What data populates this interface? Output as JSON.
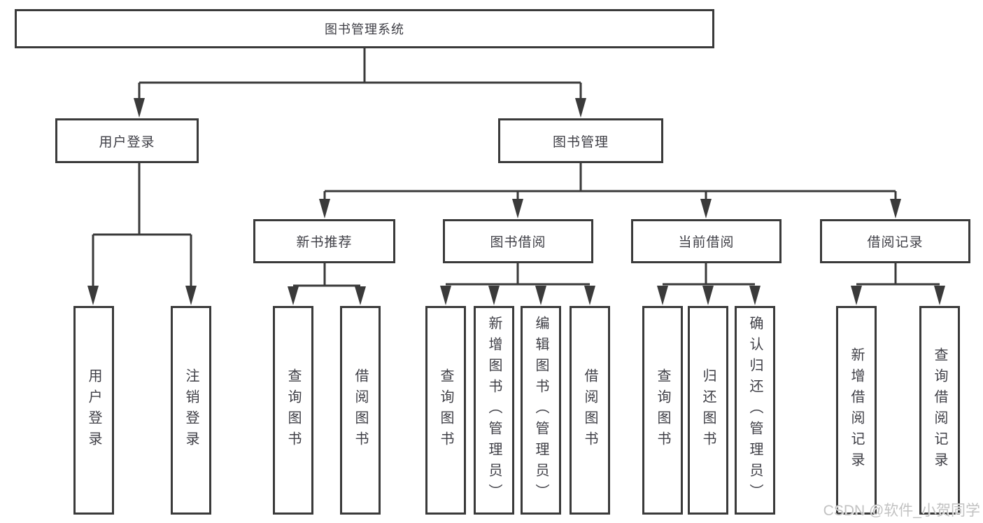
{
  "tree": {
    "label": "图书管理系统",
    "children": [
      {
        "label": "用户登录",
        "children": [
          {
            "label": "用户登录"
          },
          {
            "label": "注销登录"
          }
        ]
      },
      {
        "label": "图书管理",
        "children": [
          {
            "label": "新书推荐",
            "children": [
              {
                "label": "查询图书"
              },
              {
                "label": "借阅图书"
              }
            ]
          },
          {
            "label": "图书借阅",
            "children": [
              {
                "label": "查询图书"
              },
              {
                "label": "新增图书（管理员）"
              },
              {
                "label": "编辑图书（管理员）"
              },
              {
                "label": "借阅图书"
              }
            ]
          },
          {
            "label": "当前借阅",
            "children": [
              {
                "label": "查询图书"
              },
              {
                "label": "归还图书"
              },
              {
                "label": "确认归还（管理员）"
              }
            ]
          },
          {
            "label": "借阅记录",
            "children": [
              {
                "label": "新增借阅记录"
              },
              {
                "label": "查询借阅记录"
              }
            ]
          }
        ]
      }
    ]
  },
  "watermark": "CSDN @软件_小贺同学",
  "colors": {
    "line": "#3a3a3a",
    "text": "#3f3f46",
    "watermark": "#c2c2c2",
    "background": "#ffffff"
  }
}
